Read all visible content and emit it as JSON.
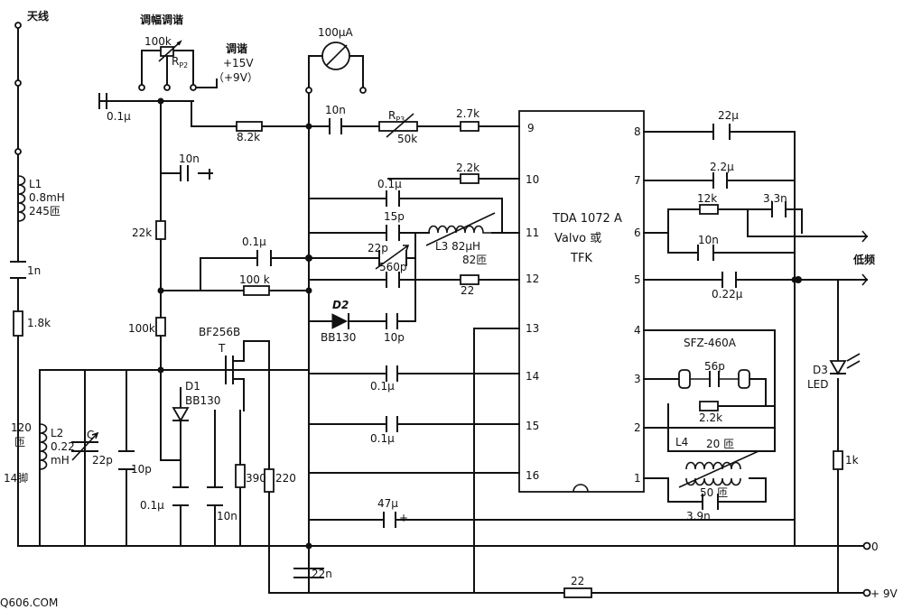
{
  "labels": {
    "antenna": "天线",
    "am_tuning": "调幅调谐",
    "tuning": "调谐",
    "v15": "+15V",
    "v9b": "（+9V）",
    "pot100k": "100k",
    "rp2": "R",
    "rp2_sub": "P2",
    "meter": "100μA",
    "c01a": "0.1μ",
    "r82k": "8.2k",
    "c10n_a": "10n",
    "rp3": "R",
    "rp3_sub": "P3",
    "r50k": "50k",
    "r27k": "2.7k",
    "c10n_b": "10n",
    "r22k": "2.2k",
    "c01b": "0.1μ",
    "c15p": "15p",
    "l3": "L3  82μH",
    "l3t": "82匝",
    "c01c": "0.1μ",
    "c22p": "22p",
    "c560p": "560p",
    "r100k": "100 k",
    "r22": "22",
    "d2": "D2",
    "bb130a": "BB130",
    "c10p_a": "10p",
    "r22k_b": "22k",
    "l1": "L1",
    "l1v": "0.8mH",
    "l1t": "245匝",
    "c1n": "1n",
    "r18k": "1.8k",
    "r100k_b": "100k",
    "bf256": "BF256B",
    "t": "T",
    "d1": "D1",
    "bb130b": "BB130",
    "c01d": "0.1μ",
    "c01e": "0.1μ",
    "l2t": "120",
    "l2t2": "匝",
    "l2": "L2",
    "l2v": "0.22",
    "l2u": "mH",
    "cC": "C",
    "c22p_b": "22p",
    "c10p_b": "10p",
    "tap": "14脚",
    "c01f": "0.1μ",
    "r390": "390",
    "r220": "220",
    "c10n_c": "10n",
    "c47": "47μ",
    "plus": "+",
    "c22n": "22n",
    "r22_b": "22",
    "ic1": "TDA 1072 A",
    "ic2": "Valvo 或",
    "ic3": "TFK",
    "c22u": "22μ",
    "c22u_b": "2.2μ",
    "r12k": "12k",
    "c33n": "3.3n",
    "c10n_d": "10n",
    "c022": "0.22μ",
    "audio": "低频",
    "sfz": "SFZ-460A",
    "c56p": "56p",
    "r22k_c": "2.2k",
    "l4": "L4",
    "l4t": "20 匝",
    "l4t2": "50 匝",
    "c39n": "3.9n",
    "d3": "D3",
    "led": "LED",
    "r1k": "1k",
    "zero": "0",
    "p9v": "+ 9V",
    "watermark": "Q606.COM"
  },
  "pins": {
    "p9": "9",
    "p10": "10",
    "p11": "11",
    "p12": "12",
    "p13": "13",
    "p14": "14",
    "p15": "15",
    "p16": "16",
    "p8": "8",
    "p7": "7",
    "p6": "6",
    "p5": "5",
    "p4": "4",
    "p3": "3",
    "p2": "2",
    "p1": "1"
  }
}
